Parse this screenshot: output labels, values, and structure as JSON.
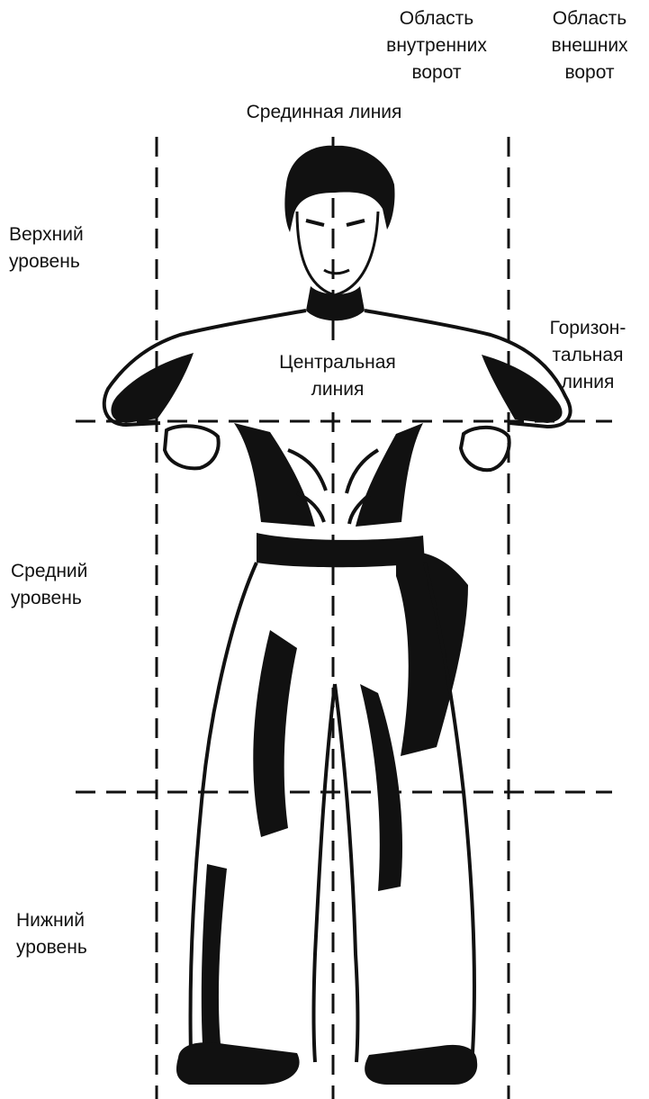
{
  "labels": {
    "inner_gate": "Область\nвнутренних\nворот",
    "outer_gate": "Область\nвнешних\nворот",
    "median_line": "Срединная линия",
    "upper_level": "Верхний\nуровень",
    "horizontal_line": "Горизон-\nтальная\nлиния",
    "central_line": "Центральная\nлиния",
    "middle_level": "Средний\nуровень",
    "lower_level": "Нижний\nуровень"
  },
  "colors": {
    "ink": "#111111",
    "paper": "#ffffff"
  },
  "figure": {
    "subject": "martial-artist-standing-figure"
  }
}
